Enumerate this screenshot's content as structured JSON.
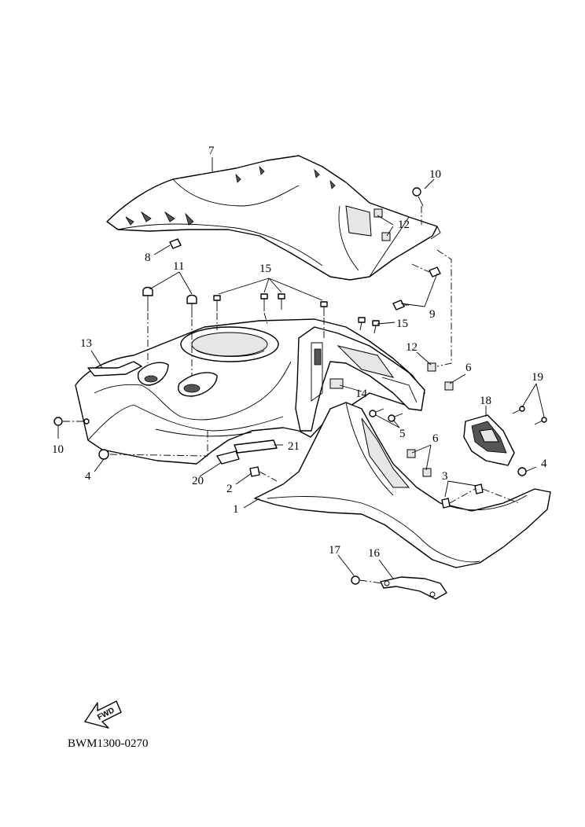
{
  "drawing_code": "BWM1300-0270",
  "fwd_label": "FWD",
  "callouts": {
    "c1": "1",
    "c2": "2",
    "c3": "3",
    "c4a": "4",
    "c4b": "4",
    "c5": "5",
    "c6a": "6",
    "c6b": "6",
    "c7": "7",
    "c8": "8",
    "c9": "9",
    "c10a": "10",
    "c10b": "10",
    "c11": "11",
    "c12a": "12",
    "c12b": "12",
    "c13": "13",
    "c14": "14",
    "c15a": "15",
    "c15b": "15",
    "c16": "16",
    "c17": "17",
    "c18": "18",
    "c19": "19",
    "c20": "20",
    "c21": "21"
  }
}
